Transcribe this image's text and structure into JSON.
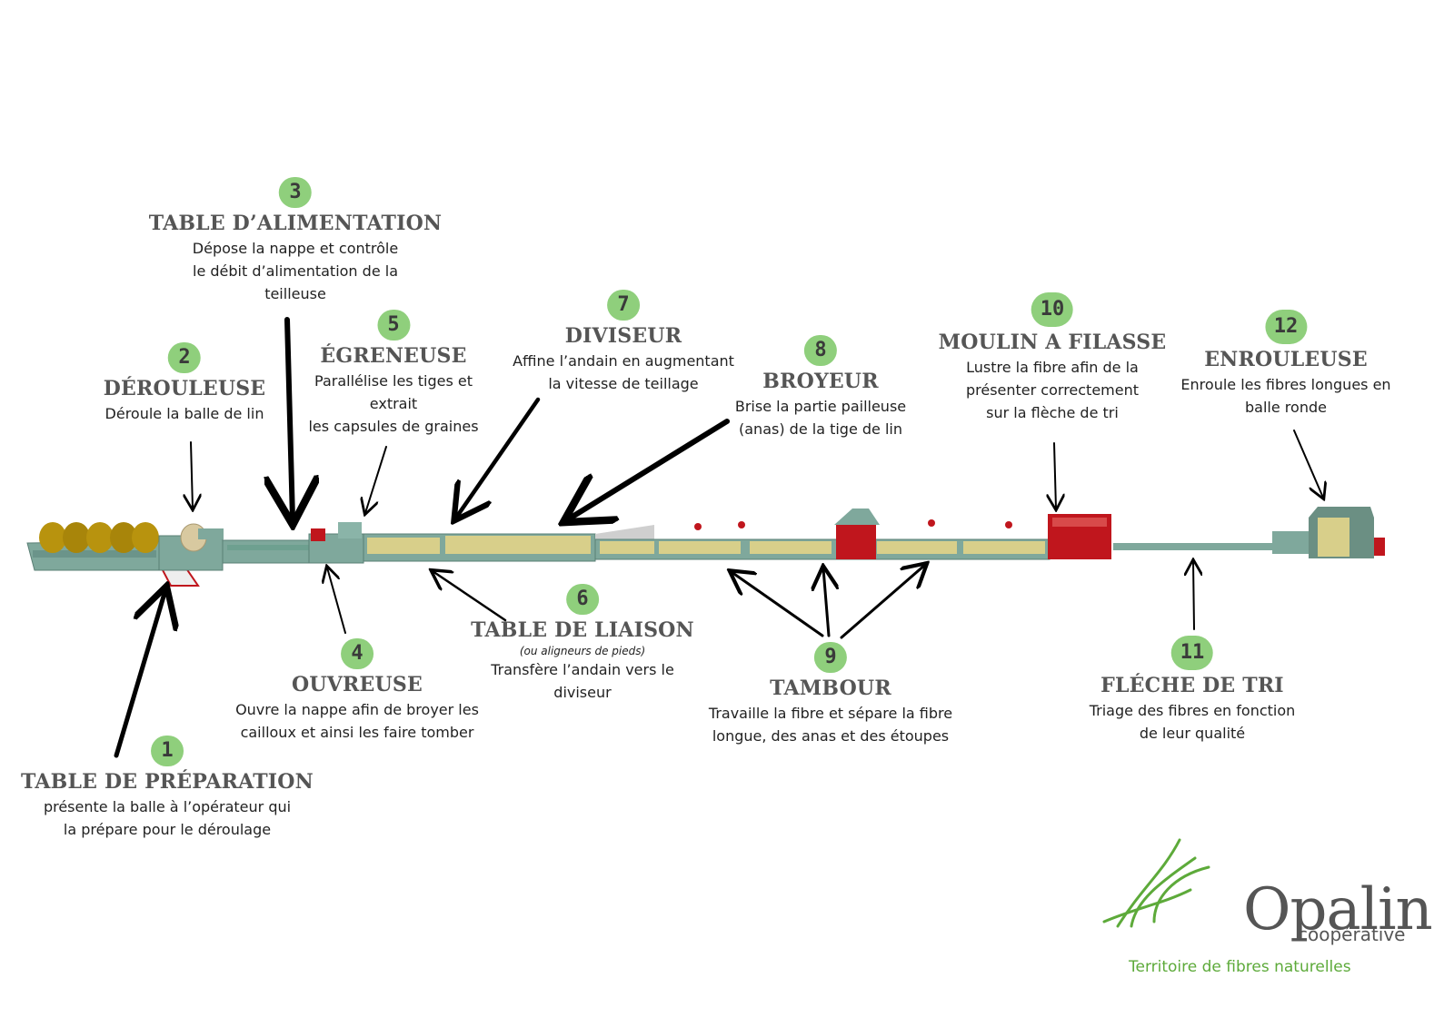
{
  "stations": [
    {
      "number": "1",
      "title": "TABLE DE PRÉPARATION",
      "desc": [
        "présente la balle à l’opérateur qui",
        "la prépare pour le déroulage"
      ]
    },
    {
      "number": "2",
      "title": "DÉROULEUSE",
      "desc": [
        "Déroule la balle de lin"
      ]
    },
    {
      "number": "3",
      "title": "TABLE D’ALIMENTATION",
      "desc": [
        "Dépose la nappe et contrôle",
        "le débit d’alimentation de la",
        "teilleuse"
      ]
    },
    {
      "number": "4",
      "title": "OUVREUSE",
      "desc": [
        "Ouvre la nappe afin de broyer les",
        "cailloux et ainsi les faire tomber"
      ]
    },
    {
      "number": "5",
      "title": "ÉGRENEUSE",
      "desc": [
        "Parallélise les tiges et",
        "extrait",
        "les capsules de graines"
      ]
    },
    {
      "number": "6",
      "title": "TABLE DE LIAISON",
      "subtitle": "(ou aligneurs de pieds)",
      "desc": [
        "Transfère l’andain vers le",
        "diviseur"
      ]
    },
    {
      "number": "7",
      "title": "DIVISEUR",
      "desc": [
        "Affine l’andain en augmentant",
        "la vitesse de teillage"
      ]
    },
    {
      "number": "8",
      "title": "BROYEUR",
      "desc": [
        "Brise la partie pailleuse",
        "(anas) de la tige de lin"
      ]
    },
    {
      "number": "9",
      "title": "TAMBOUR",
      "desc": [
        "Travaille la fibre et sépare la fibre",
        "longue, des anas et des étoupes"
      ]
    },
    {
      "number": "10",
      "title": "MOULIN A FILASSE",
      "desc": [
        "Lustre la fibre afin de la",
        "présenter correctement",
        "sur la flèche de tri"
      ]
    },
    {
      "number": "11",
      "title": "FLÉCHE DE TRI",
      "desc": [
        "Triage des fibres en fonction",
        "de leur qualité"
      ]
    },
    {
      "number": "12",
      "title": "ENROULEUSE",
      "desc": [
        "Enroule les fibres longues en",
        "balle ronde"
      ]
    }
  ],
  "logo": {
    "name": "Opalin",
    "subtitle": "coopérative",
    "tagline": "Territoire de fibres naturelles",
    "icon": "flax-stems-icon"
  },
  "colors": {
    "badge": "#8fcf7c",
    "title": "#555555",
    "machine_body": "#7fa89c",
    "machine_panel": "#d8cf8a",
    "machine_red": "#c0161d",
    "bale": "#b8930e",
    "logo_green": "#5daa3a"
  }
}
